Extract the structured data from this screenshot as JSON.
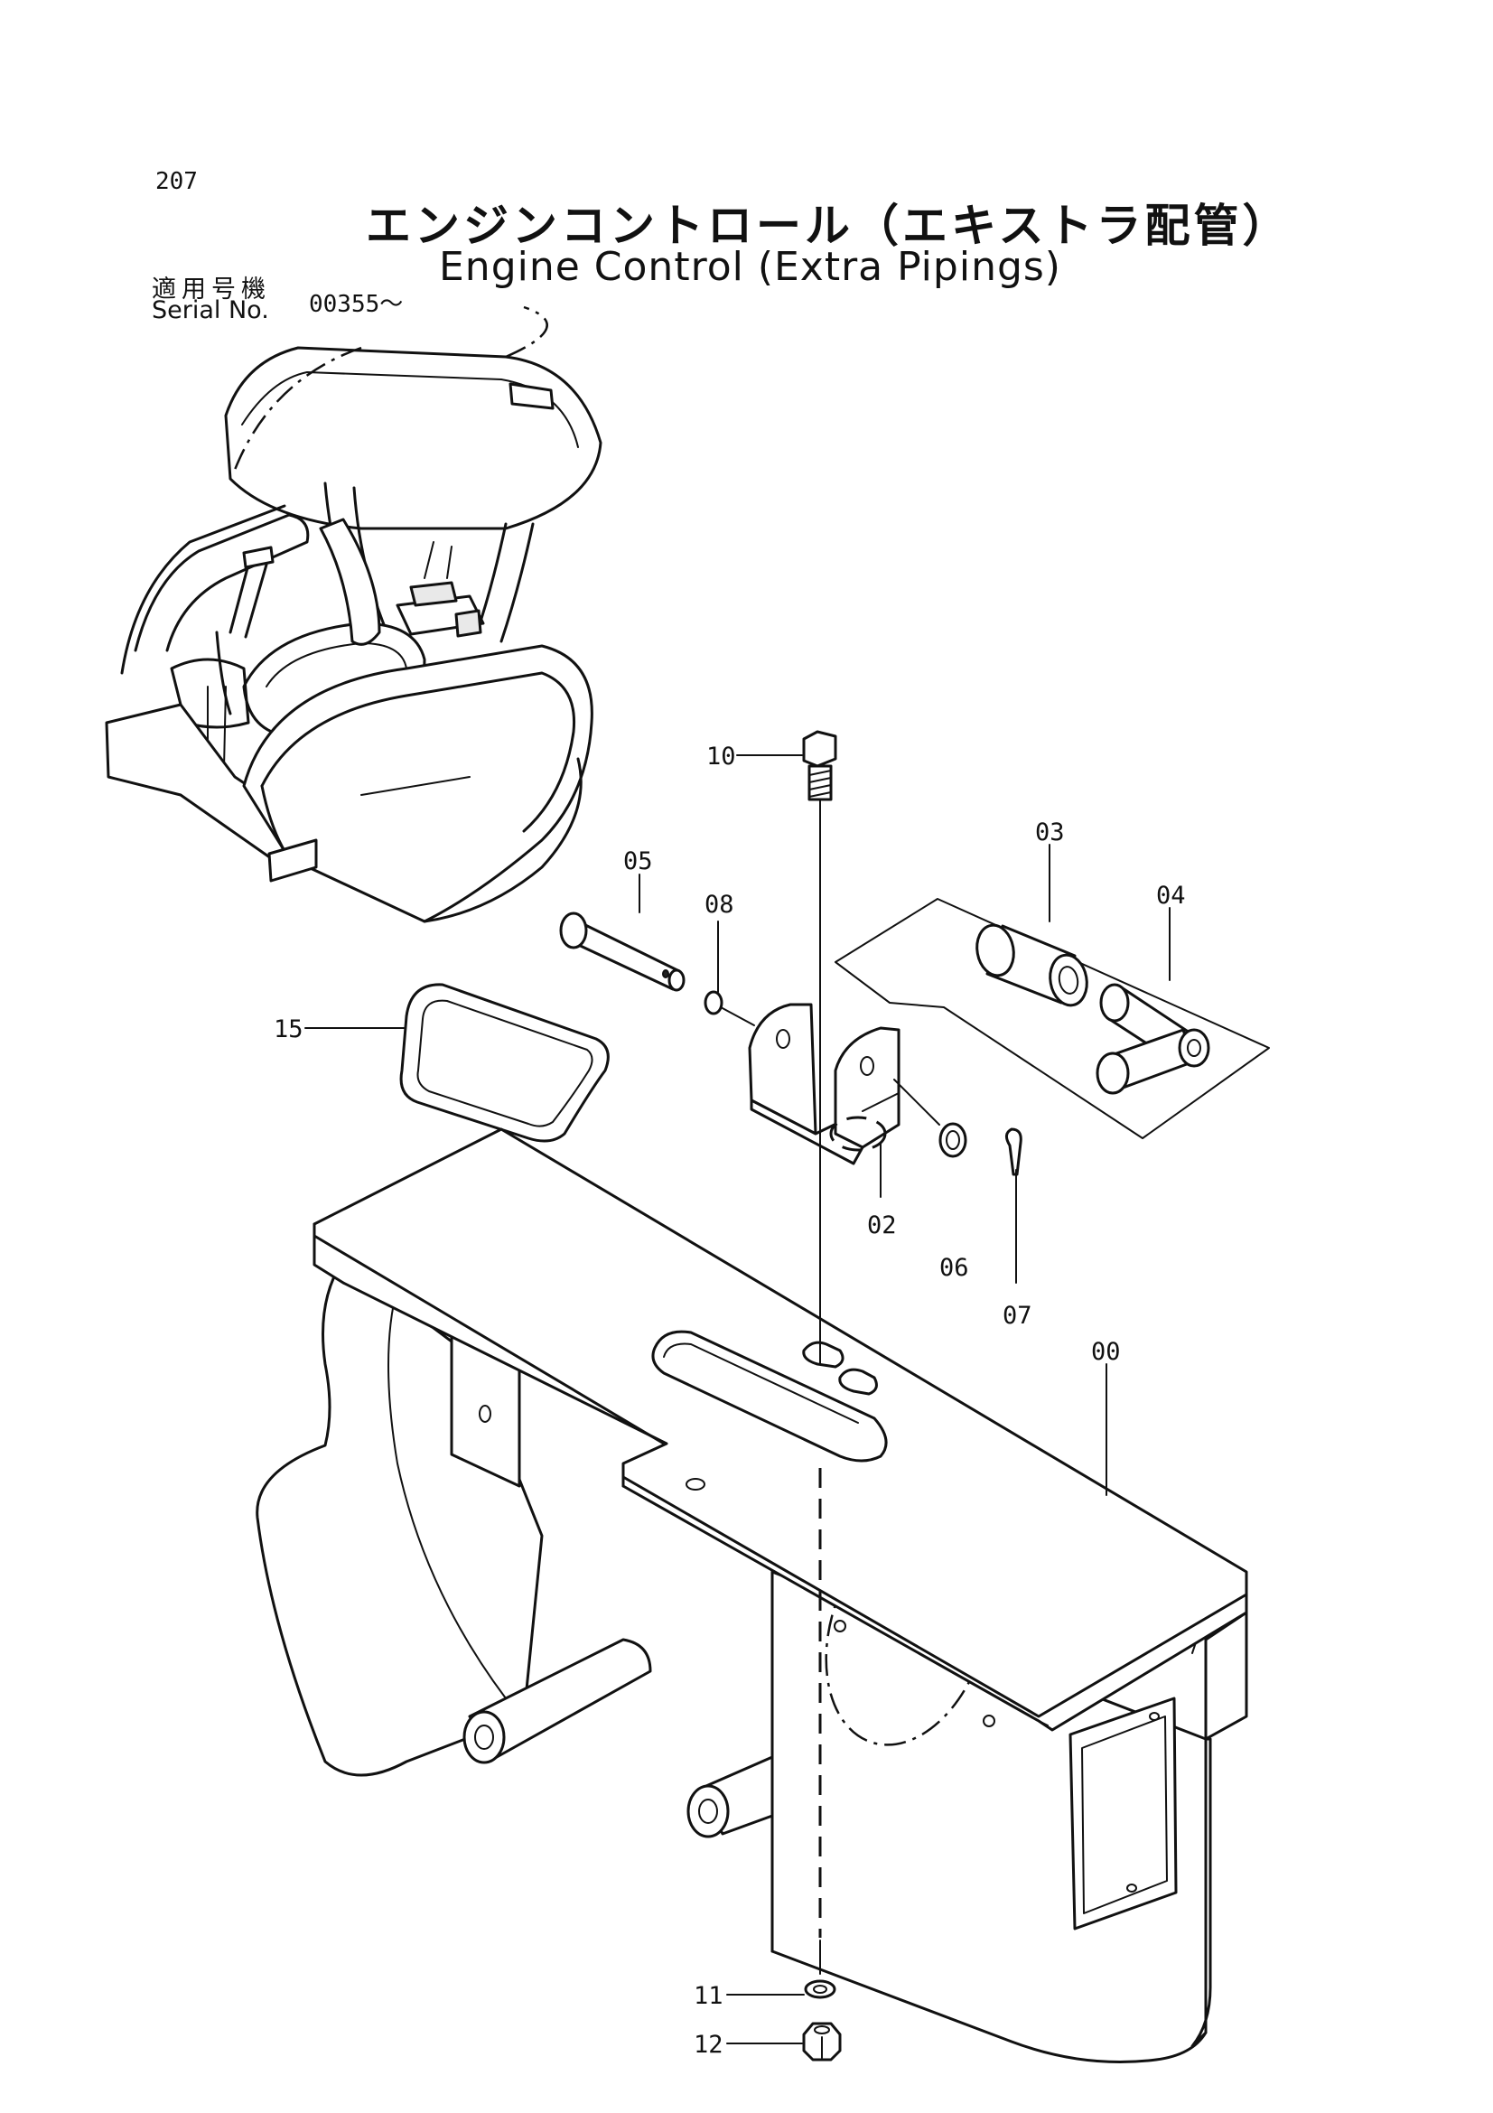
{
  "page_number": "207",
  "title_jp": "エンジンコントロール（エキストラ配管）",
  "title_en": "Engine Control (Extra Pipings)",
  "serial": {
    "label_jp": "適用号機",
    "label_en": "Serial  No.",
    "value": "00355～"
  },
  "parts": {
    "p00": "00",
    "p02": "02",
    "p03": "03",
    "p04": "04",
    "p05": "05",
    "p06": "06",
    "p07": "07",
    "p08": "08",
    "p10": "10",
    "p11": "11",
    "p12": "12",
    "p15": "15"
  }
}
